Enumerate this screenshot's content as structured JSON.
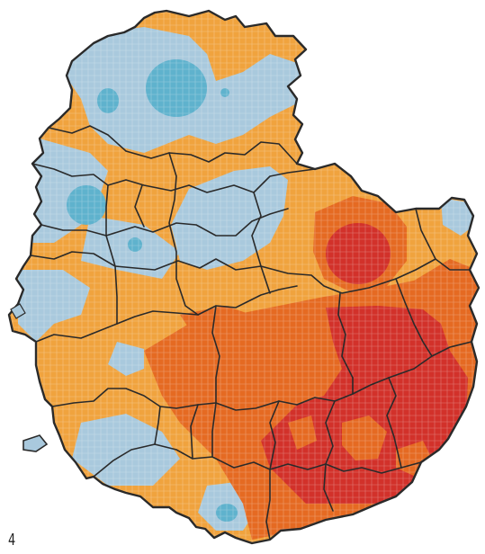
{
  "figure": {
    "panel_number": "4"
  },
  "legend_classes": [
    {
      "id": "light-blue",
      "color": "#a9c9dd"
    },
    {
      "id": "mid-blue",
      "color": "#5fb2cd"
    },
    {
      "id": "light-orange",
      "color": "#f0a33e"
    },
    {
      "id": "dark-orange",
      "color": "#e56a22"
    },
    {
      "id": "red",
      "color": "#d2312a"
    }
  ],
  "colors": {
    "region_border": "#2a2a2a",
    "cell_gridline": "#ffffff"
  }
}
